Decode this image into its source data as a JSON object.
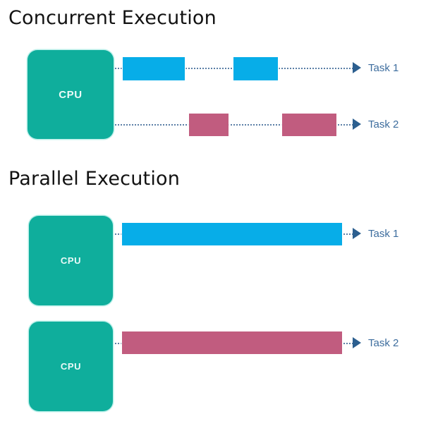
{
  "diagram": {
    "background_color": "#ffffff",
    "sections": [
      {
        "id": "concurrent",
        "title": "Concurrent Execution",
        "cpu_count": 1,
        "cpu_label": "CPU",
        "rows": [
          {
            "task_label": "Task 1",
            "color": "#07ade8",
            "color_name": "blue",
            "segments": 2,
            "arrow": "triangle-right"
          },
          {
            "task_label": "Task 2",
            "color": "#c15c7f",
            "color_name": "pink",
            "segments": 2,
            "arrow": "triangle-right"
          }
        ]
      },
      {
        "id": "parallel",
        "title": "Parallel Execution",
        "cpu_count": 2,
        "cpu_label": "CPU",
        "rows": [
          {
            "task_label": "Task 1",
            "color": "#07ade8",
            "color_name": "blue",
            "segments": 1,
            "arrow": "triangle-right"
          },
          {
            "task_label": "Task 2",
            "color": "#c15c7f",
            "color_name": "pink",
            "segments": 1,
            "arrow": "triangle-right"
          }
        ]
      }
    ],
    "cpu_box_color": "#0fae9c",
    "cpu_text_color": "#eafaf8",
    "timeline_color": "#5b7fa6",
    "arrow_color": "#2c5f8f",
    "task_label_color": "#3d6d9e",
    "title_color": "#121212"
  },
  "labels": {
    "title_concurrent": "Concurrent Execution",
    "title_parallel": "Parallel Execution",
    "cpu": "CPU",
    "task1": "Task 1",
    "task2": "Task 2"
  }
}
